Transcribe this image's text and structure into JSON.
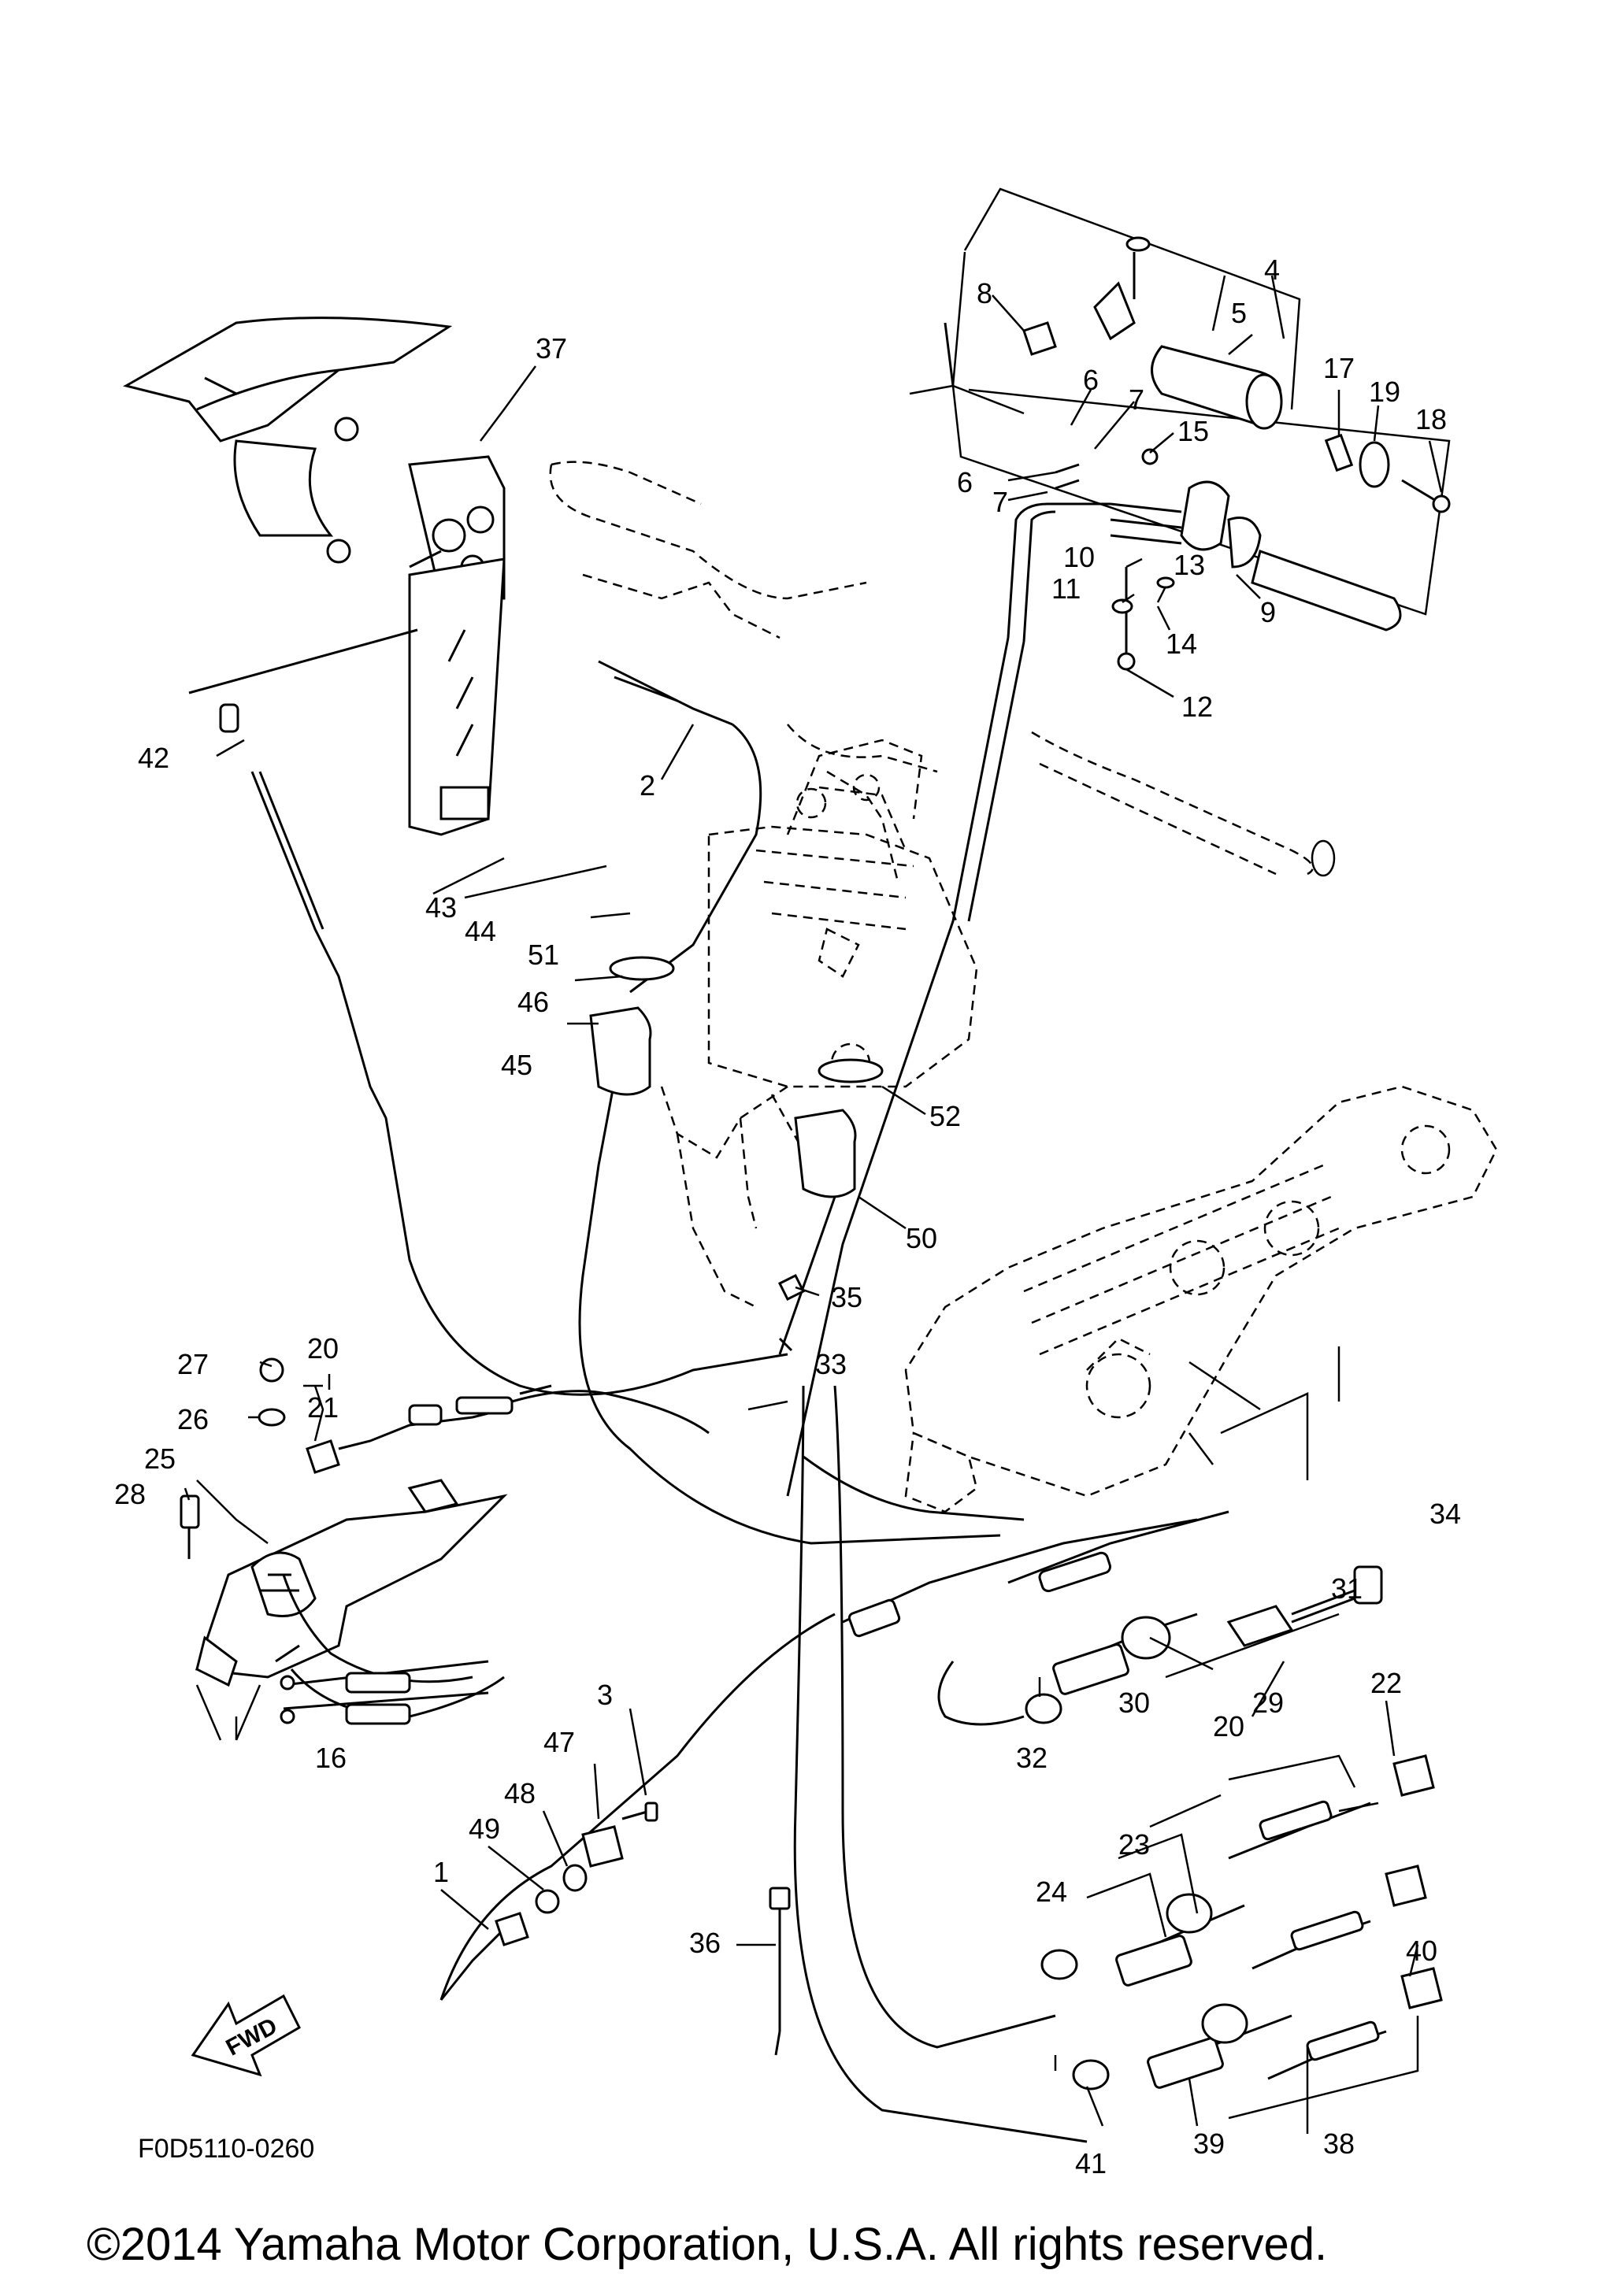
{
  "diagram_code": "F0D5110-0260",
  "copyright": "©2014 Yamaha Motor Corporation, U.S.A. All rights reserved.",
  "fwd_label": "FWD",
  "callouts": [
    "1",
    "2",
    "3",
    "4",
    "5",
    "6",
    "6",
    "7",
    "7",
    "8",
    "9",
    "10",
    "11",
    "12",
    "13",
    "14",
    "15",
    "16",
    "17",
    "18",
    "19",
    "20",
    "20",
    "21",
    "22",
    "23",
    "24",
    "25",
    "26",
    "27",
    "28",
    "29",
    "30",
    "31",
    "32",
    "33",
    "34",
    "35",
    "36",
    "37",
    "38",
    "39",
    "40",
    "41",
    "42",
    "43",
    "44",
    "45",
    "46",
    "47",
    "48",
    "49",
    "50",
    "51",
    "52"
  ]
}
